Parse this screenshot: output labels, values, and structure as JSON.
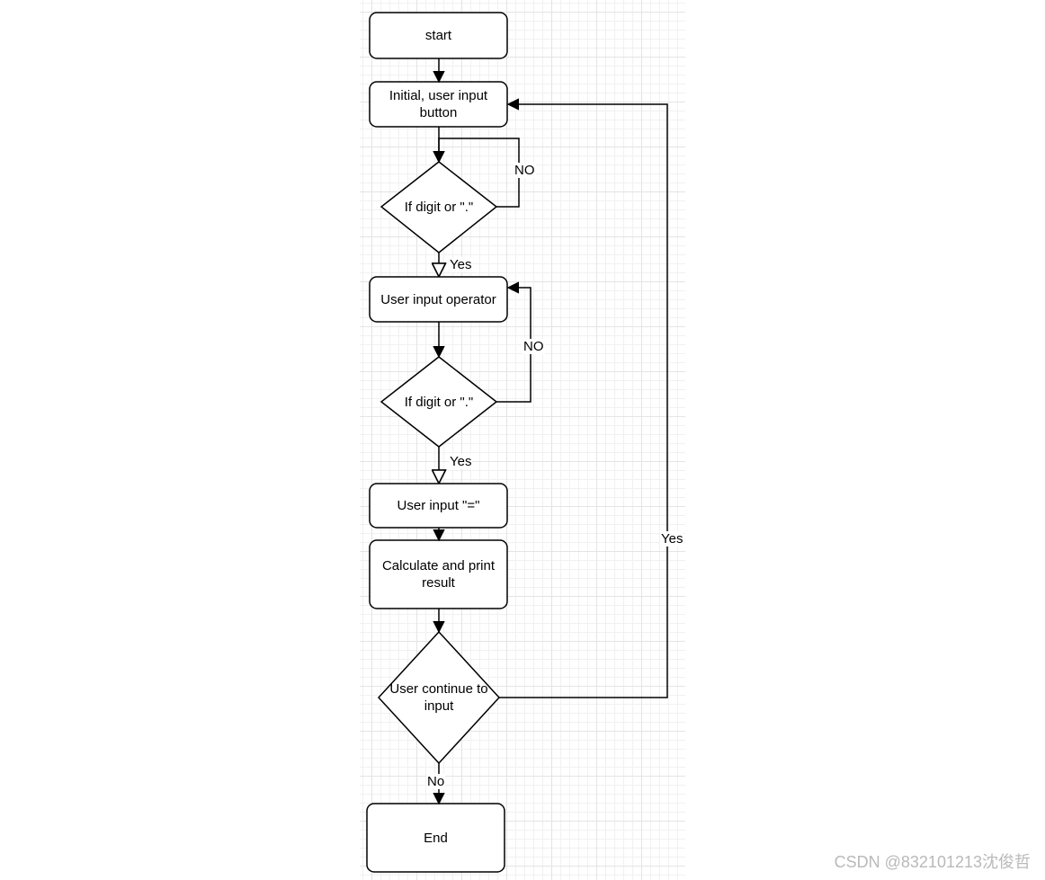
{
  "nodes": {
    "start": "start",
    "init": "Initial, user input button",
    "check1": "If digit or \".\"",
    "operator": "User input operator",
    "check2": "If digit or \".\"",
    "equals": "User input \"=\"",
    "calc": "Calculate and print result",
    "continue": "User continue to input",
    "end": "End"
  },
  "edges": {
    "check1_no": "NO",
    "check1_yes": "Yes",
    "check2_no": "NO",
    "check2_yes": "Yes",
    "continue_yes": "Yes",
    "continue_no": "No"
  },
  "watermark": "CSDN @832101213沈俊哲",
  "colors": {
    "stroke": "#000000",
    "grid": "#e4e4e4",
    "watermark": "#b9b9b9"
  }
}
